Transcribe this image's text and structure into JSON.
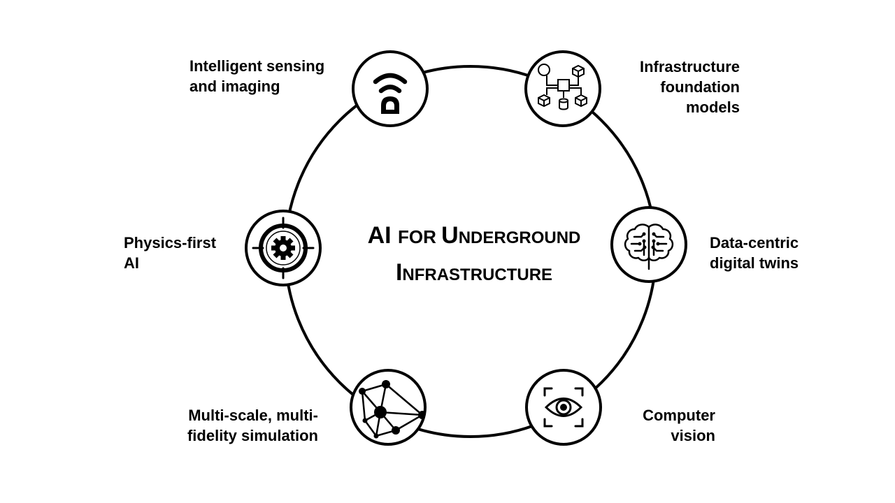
{
  "title": {
    "line1": [
      "AI ",
      "for ",
      "Underground"
    ],
    "line2": "Infrastructure"
  },
  "nodes": [
    {
      "label_lines": [
        "Intelligent sensing",
        "and imaging"
      ],
      "icon": "wireless-signal-icon"
    },
    {
      "label_lines": [
        "Infrastructure",
        "foundation",
        "models"
      ],
      "icon": "network-components-icon"
    },
    {
      "label_lines": [
        "Data-centric",
        "digital twins"
      ],
      "icon": "circuit-brain-icon"
    },
    {
      "label_lines": [
        "Computer",
        "vision"
      ],
      "icon": "eye-scan-icon"
    },
    {
      "label_lines": [
        "Multi-scale, multi-",
        "fidelity simulation"
      ],
      "icon": "mesh-network-icon"
    },
    {
      "label_lines": [
        "Physics-first",
        "AI"
      ],
      "icon": "gear-target-icon"
    }
  ]
}
